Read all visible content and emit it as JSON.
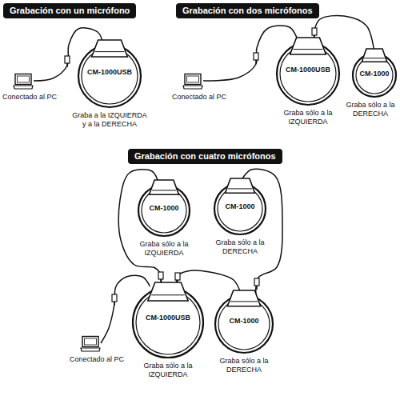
{
  "diagram": {
    "nodes": [
      {
        "text": [
          "Grabación con un micrófono"
        ]
      },
      {
        "text": [
          "Grabación con dos micrófonos"
        ]
      },
      {
        "text": [
          "Conectado al PC"
        ]
      },
      {
        "text": [
          "CM-1000USB",
          "Graba a la IZQUIERDA y a la DERECHA"
        ]
      },
      {
        "text": [
          "Conectado al PC"
        ]
      },
      {
        "text": [
          "CM-1000USB",
          "Graba sólo a la IZQUIERDA"
        ]
      },
      {
        "text": [
          "CM-1000",
          "Graba sólo a la DERECHA"
        ]
      },
      {
        "text": [
          "Grabación con cuatro micrófonos"
        ]
      },
      {
        "text": [
          "CM-1000",
          "Graba sólo a la IZQUIERDA"
        ]
      },
      {
        "text": [
          "CM-1000",
          "Graba sólo a la DERECHA"
        ]
      },
      {
        "text": [
          "Conectado al PC"
        ]
      },
      {
        "text": [
          "CM-1000USB",
          "Graba sólo a la IZQUIERDA"
        ]
      },
      {
        "text": [
          "CM-1000",
          "Graba sólo a la DERECHA"
        ]
      }
    ],
    "edges": [
      {
        "from": 3,
        "to": 2,
        "arrow": "none"
      },
      {
        "from": 5,
        "to": 4,
        "arrow": "none"
      },
      {
        "from": 6,
        "to": 5,
        "arrow": "none"
      },
      {
        "from": 11,
        "to": 10,
        "arrow": "none"
      },
      {
        "from": 8,
        "to": 11,
        "arrow": "none"
      },
      {
        "from": 12,
        "to": 11,
        "arrow": "none"
      },
      {
        "from": 9,
        "to": 12,
        "arrow": "none"
      }
    ]
  }
}
